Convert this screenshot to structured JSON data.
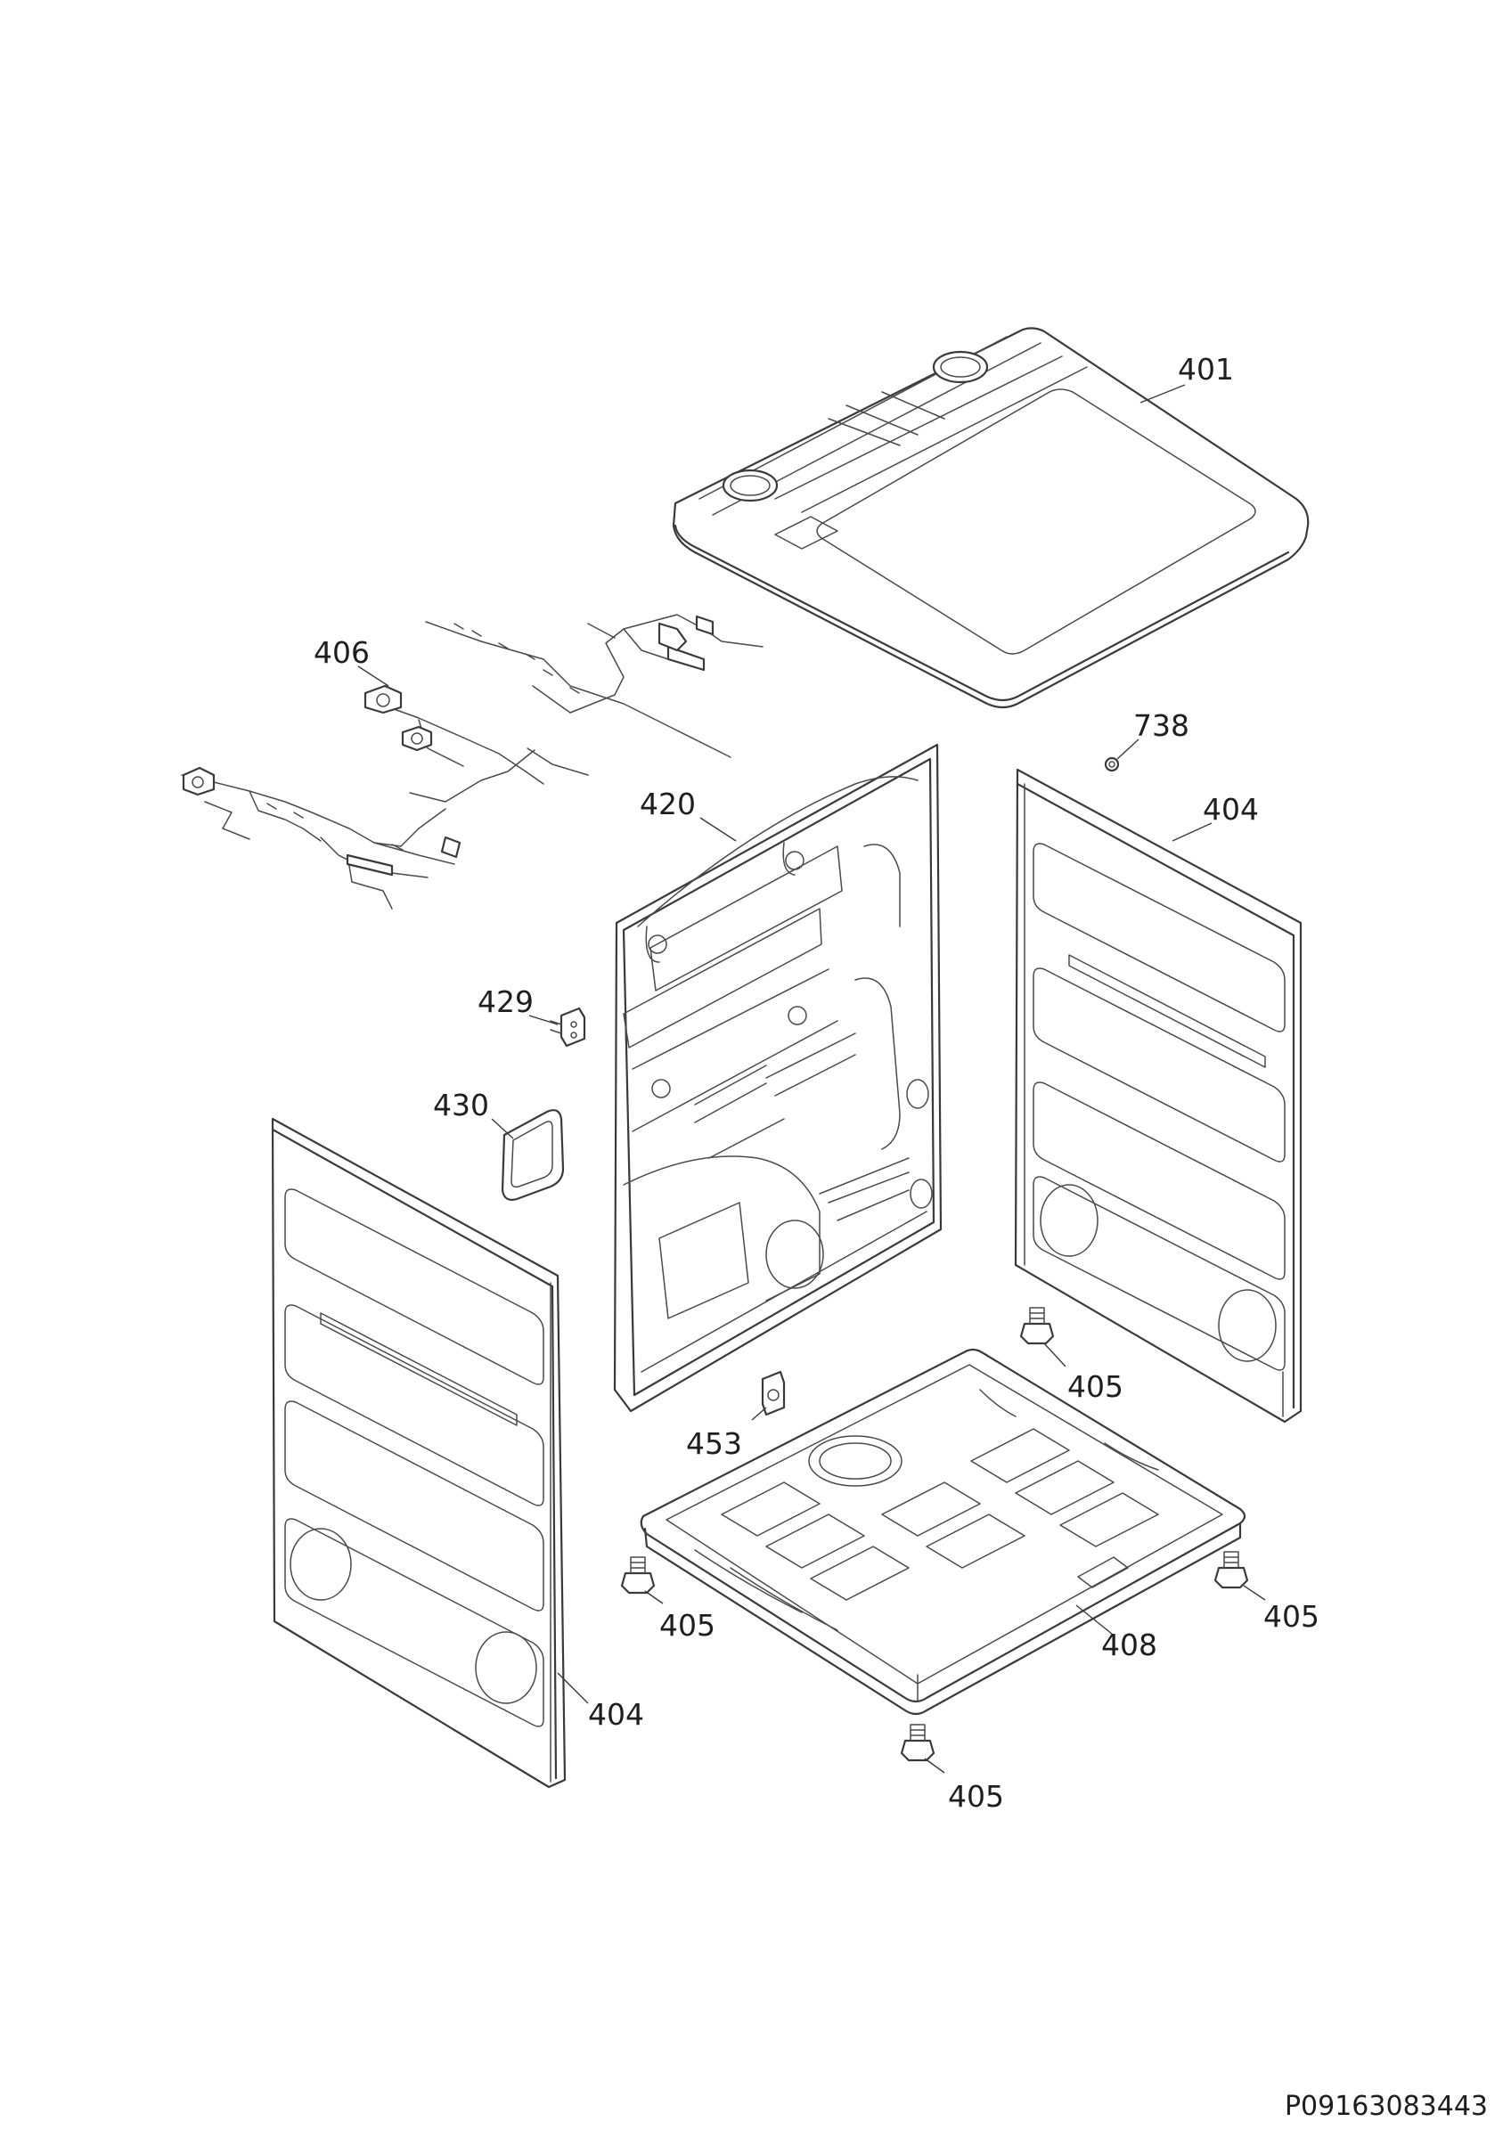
{
  "callouts": {
    "c401": "401",
    "c406": "406",
    "c738": "738",
    "c420": "420",
    "c404_right": "404",
    "c429": "429",
    "c430": "430",
    "c404_left": "404",
    "c405_a": "405",
    "c453": "453",
    "c405_b": "405",
    "c408": "408",
    "c405_c": "405",
    "c405_d": "405"
  },
  "drawing_code": "P09163083443"
}
